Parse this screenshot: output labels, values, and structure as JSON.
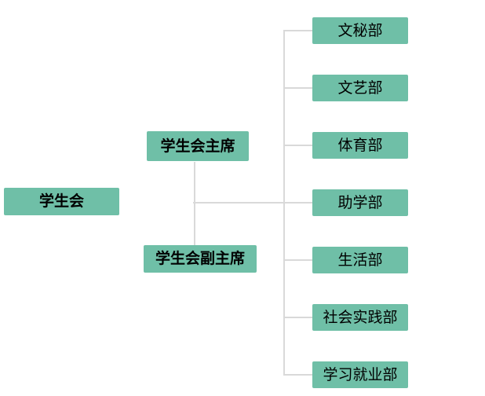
{
  "diagram": {
    "type": "org-chart",
    "root": {
      "label": "学生会"
    },
    "leaders": [
      {
        "label": "学生会主席"
      },
      {
        "label": "学生会副主席"
      }
    ],
    "departments": [
      {
        "label": "文秘部"
      },
      {
        "label": "文艺部"
      },
      {
        "label": "体育部"
      },
      {
        "label": "助学部"
      },
      {
        "label": "生活部"
      },
      {
        "label": "社会实践部"
      },
      {
        "label": "学习就业部"
      }
    ],
    "colors": {
      "node_fill": "#6FBFA7",
      "connector": "#D9D9D9",
      "text": "#000000",
      "background": "#FFFFFF"
    }
  }
}
